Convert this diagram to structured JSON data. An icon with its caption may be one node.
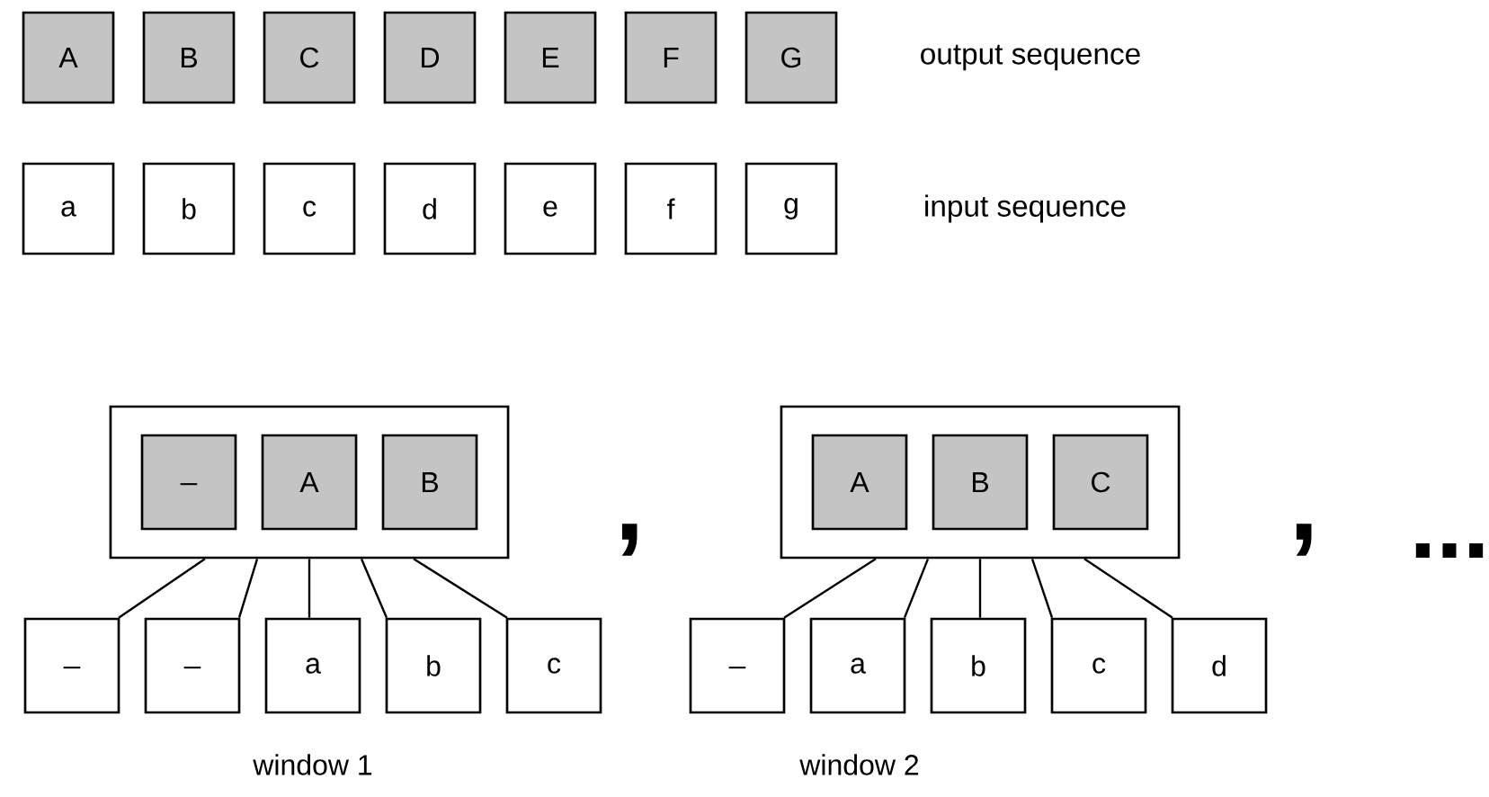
{
  "diagram": {
    "nodes": [
      {
        "text": [
          "A"
        ]
      },
      {
        "text": [
          "B"
        ]
      },
      {
        "text": [
          "C"
        ]
      },
      {
        "text": [
          "D"
        ]
      },
      {
        "text": [
          "E"
        ]
      },
      {
        "text": [
          "F"
        ]
      },
      {
        "text": [
          "G"
        ]
      },
      {
        "text": [
          "a"
        ]
      },
      {
        "text": [
          "b"
        ]
      },
      {
        "text": [
          "c"
        ]
      },
      {
        "text": [
          "d"
        ]
      },
      {
        "text": [
          "e"
        ]
      },
      {
        "text": [
          "f"
        ]
      },
      {
        "text": [
          "g"
        ]
      },
      {
        "text": [],
        "shape": "box"
      },
      {
        "text": [
          "_"
        ],
        "in": 14
      },
      {
        "text": [
          "A"
        ],
        "in": 14
      },
      {
        "text": [
          "B"
        ],
        "in": 14
      },
      {
        "text": [
          "_"
        ]
      },
      {
        "text": [
          "_"
        ]
      },
      {
        "text": [
          "a"
        ]
      },
      {
        "text": [
          "b"
        ]
      },
      {
        "text": [
          "c"
        ]
      },
      {
        "text": [],
        "shape": "box"
      },
      {
        "text": [
          "A"
        ],
        "in": 23
      },
      {
        "text": [
          "B"
        ],
        "in": 23
      },
      {
        "text": [
          "C"
        ],
        "in": 23
      },
      {
        "text": [
          "_"
        ]
      },
      {
        "text": [
          "a"
        ]
      },
      {
        "text": [
          "b"
        ]
      },
      {
        "text": [
          "c"
        ]
      },
      {
        "text": [
          "d"
        ]
      }
    ],
    "edges": [
      {
        "from": 14,
        "to": 18,
        "arrow": "none"
      },
      {
        "from": 14,
        "to": 19,
        "arrow": "none"
      },
      {
        "from": 14,
        "to": 20,
        "arrow": "none"
      },
      {
        "from": 14,
        "to": 21,
        "arrow": "none"
      },
      {
        "from": 14,
        "to": 22,
        "arrow": "none"
      },
      {
        "from": 23,
        "to": 27,
        "arrow": "none"
      },
      {
        "from": 23,
        "to": 28,
        "arrow": "none"
      },
      {
        "from": 23,
        "to": 29,
        "arrow": "none"
      },
      {
        "from": 23,
        "to": 30,
        "arrow": "none"
      },
      {
        "from": 23,
        "to": 31,
        "arrow": "none"
      }
    ],
    "labels": [
      "output sequence",
      "input sequence",
      ",",
      ",",
      "...",
      "window 1",
      "window 2"
    ]
  }
}
